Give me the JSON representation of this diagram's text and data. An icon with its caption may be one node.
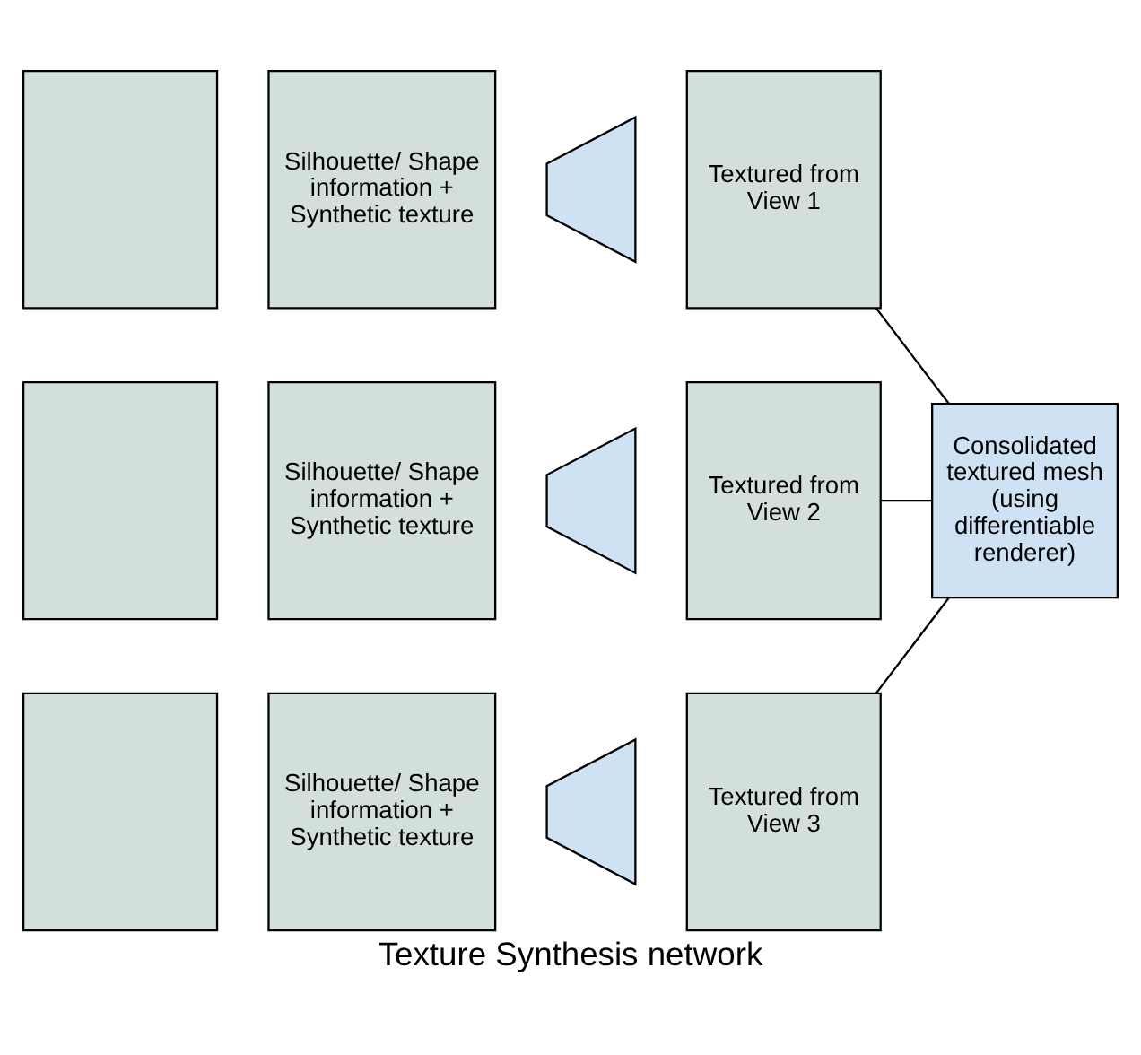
{
  "diagram": {
    "caption": "Texture Synthesis network",
    "nodes": [
      {
        "text": [],
        "shape": "box"
      },
      {
        "text": [
          "Silhouette/ Shape information + Synthetic texture"
        ]
      },
      {
        "text": [],
        "shape": "bowtie"
      },
      {
        "text": [
          "Textured from View 1"
        ]
      },
      {
        "text": [],
        "shape": "box"
      },
      {
        "text": [
          "Silhouette/ Shape information + Synthetic texture"
        ]
      },
      {
        "text": [],
        "shape": "bowtie"
      },
      {
        "text": [
          "Textured from View 2"
        ]
      },
      {
        "text": [],
        "shape": "box"
      },
      {
        "text": [
          "Silhouette/ Shape information + Synthetic texture"
        ]
      },
      {
        "text": [],
        "shape": "bowtie"
      },
      {
        "text": [
          "Textured from View 3"
        ]
      },
      {
        "text": [
          "Consolidated textured mesh (using differentiable renderer)"
        ]
      }
    ],
    "edges": [
      {
        "from": 3,
        "to": 12,
        "arrow": "none"
      },
      {
        "from": 7,
        "to": 12,
        "arrow": "none"
      },
      {
        "from": 11,
        "to": 12,
        "arrow": "none"
      }
    ]
  }
}
